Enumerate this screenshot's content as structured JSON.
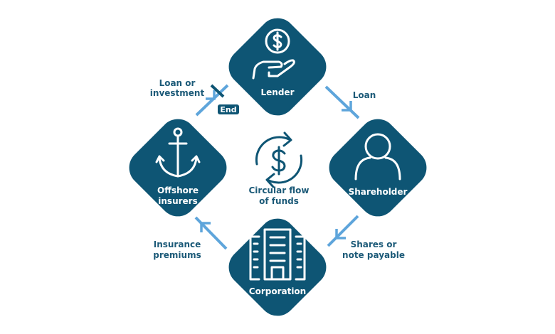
{
  "colors": {
    "node_fill": "#0e5574",
    "arrow": "#5ea5db",
    "text": "#1c5a78"
  },
  "nodes": {
    "lender": {
      "label": "Lender",
      "icon": "hand-holding-dollar-icon"
    },
    "shareholder": {
      "label": "Shareholder",
      "icon": "person-icon"
    },
    "corporation": {
      "label": "Corporation",
      "icon": "building-icon"
    },
    "offshore": {
      "label_line1": "Offshore",
      "label_line2": "insurers",
      "icon": "anchor-icon"
    }
  },
  "center": {
    "line1": "Circular flow",
    "line2": "of funds",
    "icon": "circular-dollar-icon"
  },
  "edges": {
    "offshore_to_lender": {
      "line1": "Loan or",
      "line2": "investment",
      "end_badge": "End"
    },
    "lender_to_shareholder": {
      "line1": "Loan"
    },
    "shareholder_to_corporation": {
      "line1": "Shares or",
      "line2": "note payable"
    },
    "corporation_to_offshore": {
      "line1": "Insurance",
      "line2": "premiums"
    }
  }
}
